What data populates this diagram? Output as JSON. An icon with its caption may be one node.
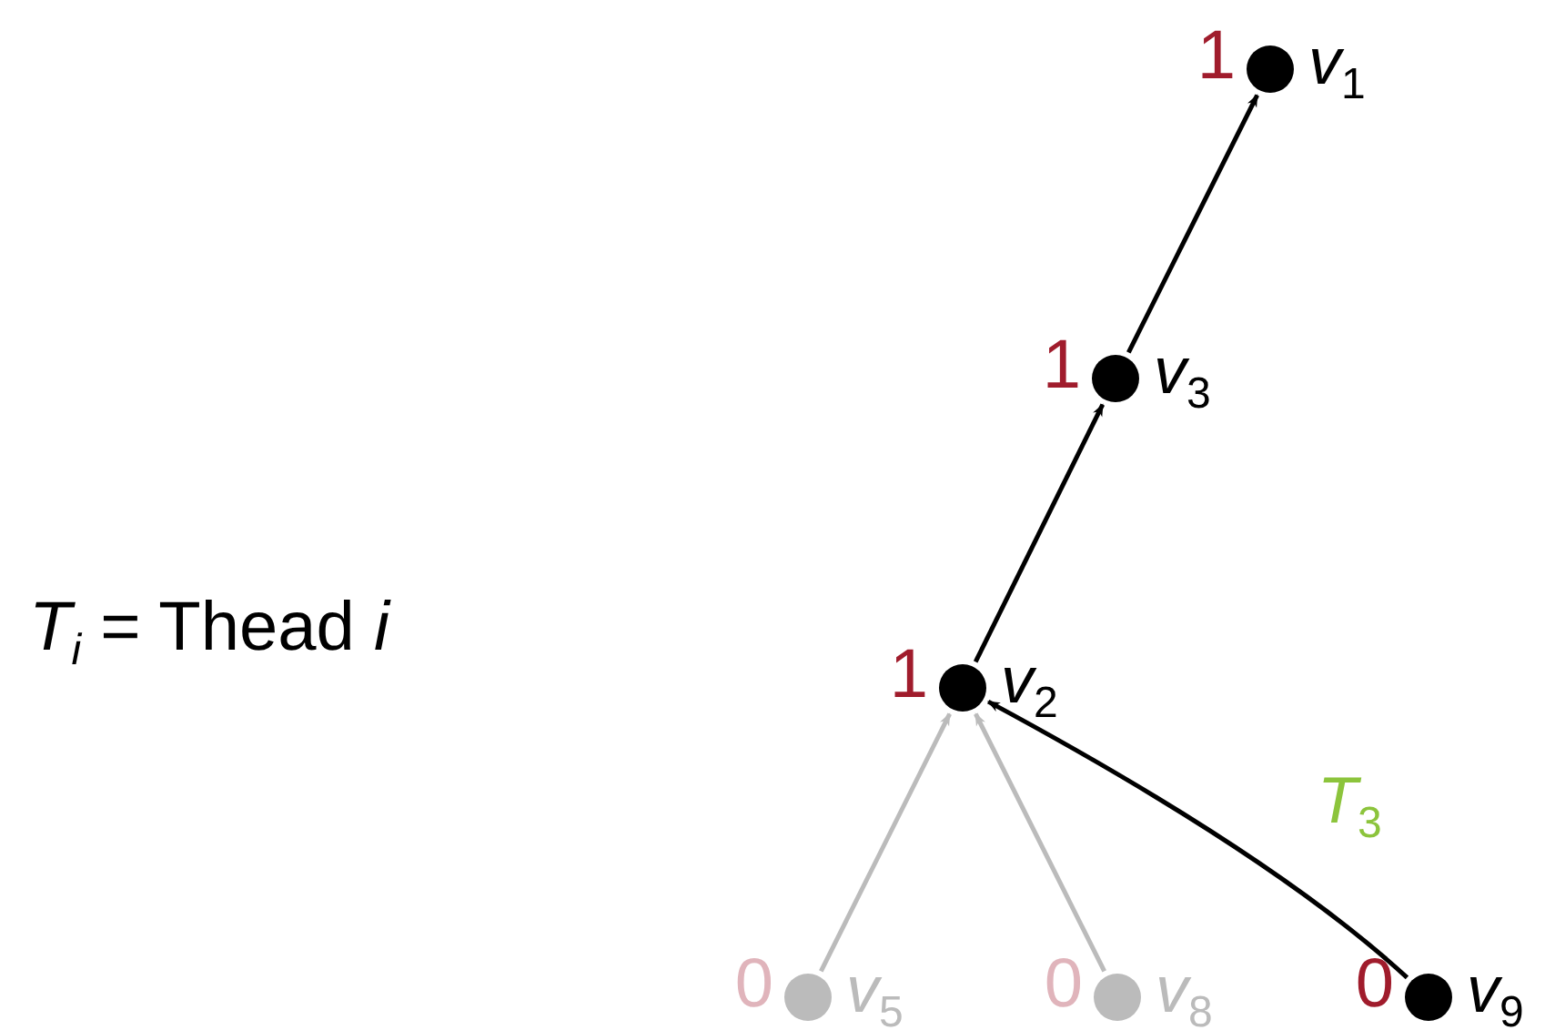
{
  "diagram": {
    "nodes": [
      {
        "text": [
          "v$_{1}$"
        ],
        "beside": [
          "1"
        ]
      },
      {
        "text": [
          "v$_{3}$"
        ],
        "beside": [
          "1"
        ]
      },
      {
        "text": [
          "v$_{2}$"
        ],
        "beside": [
          "1"
        ]
      },
      {
        "text": [
          "v$_{5}$"
        ],
        "beside": [
          "0"
        ]
      },
      {
        "text": [
          "v$_{8}$"
        ],
        "beside": [
          "0"
        ]
      },
      {
        "text": [
          "v$_{9}$"
        ],
        "beside": [
          "0"
        ]
      }
    ],
    "edges": [
      {
        "from": 2,
        "to": 1,
        "arrow": "to"
      },
      {
        "from": 1,
        "to": 0,
        "arrow": "to"
      },
      {
        "from": 3,
        "to": 2,
        "arrow": "to",
        "color": "#bbbbbb"
      },
      {
        "from": 4,
        "to": 2,
        "arrow": "to",
        "color": "#bbbbbb"
      },
      {
        "from": 5,
        "to": 2,
        "arrow": "to",
        "label": "T$_{3}$"
      }
    ],
    "labels": [
      "*T*$_{i}$ = Thead *i*"
    ]
  }
}
